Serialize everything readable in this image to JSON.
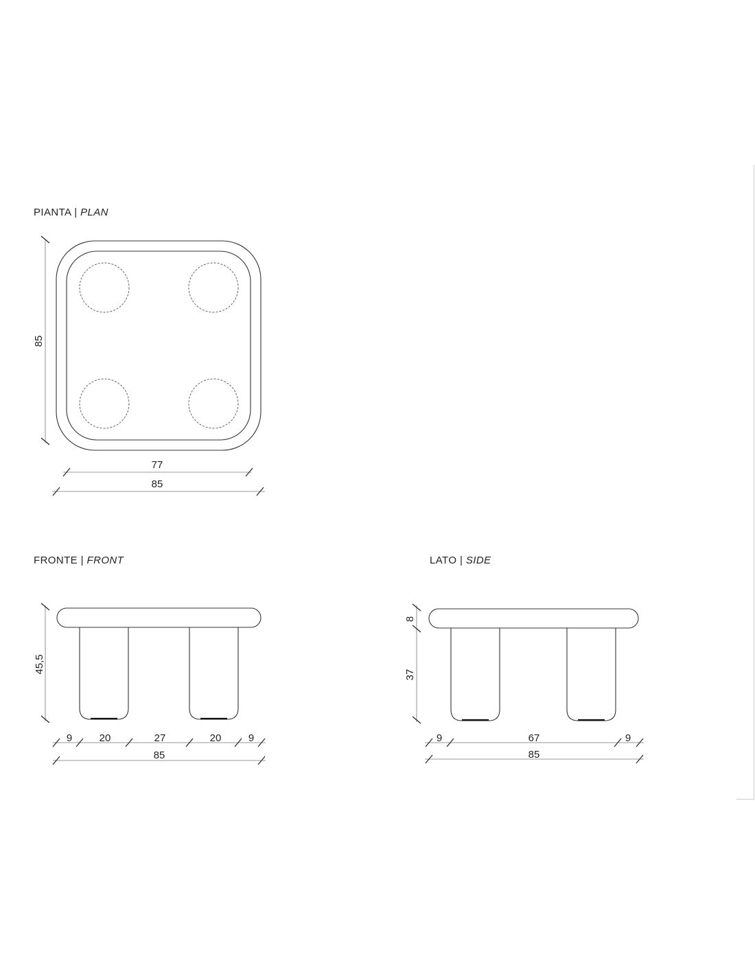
{
  "plan": {
    "title": "PIANTA",
    "separator": "|",
    "title_en": "PLAN",
    "dim_height": "85",
    "dim_inner_width": "77",
    "dim_width": "85"
  },
  "front": {
    "title": "FRONTE",
    "separator": "|",
    "title_en": "FRONT",
    "dim_height": "45,5",
    "dim_seg_1": "9",
    "dim_seg_2": "20",
    "dim_seg_3": "27",
    "dim_seg_4": "20",
    "dim_seg_5": "9",
    "dim_total": "85"
  },
  "side": {
    "title": "LATO",
    "separator": "|",
    "title_en": "SIDE",
    "dim_top": "8",
    "dim_leg": "37",
    "dim_seg_1": "9",
    "dim_seg_2": "67",
    "dim_seg_3": "9",
    "dim_total": "85"
  }
}
